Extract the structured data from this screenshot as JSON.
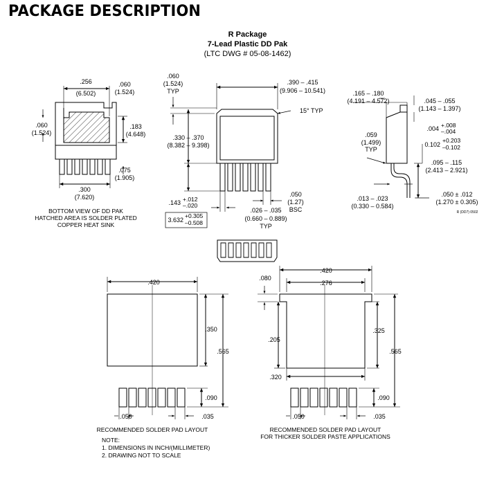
{
  "heading": "PACKAGE DESCRIPTION",
  "package": {
    "name": "R Package",
    "type": "7-Lead Plastic DD Pak",
    "dwg": "(LTC DWG # 05-08-1462)"
  },
  "bottom_view": {
    "dim_width": ".256",
    "dim_width_mm": "(6.502)",
    "dim_tab": ".060",
    "dim_tab_mm": "(1.524)",
    "dim_left": ".060",
    "dim_left_mm": "(1.524)",
    "dim_height": ".183",
    "dim_height_mm": "(4.648)",
    "dim_lead": ".075",
    "dim_lead_mm": "(1.905)",
    "dim_span": ".300",
    "dim_span_mm": "(7.620)",
    "caption": [
      "BOTTOM VIEW OF DD PAK",
      "HATCHED AREA IS SOLDER PLATED",
      "COPPER HEAT SINK"
    ]
  },
  "front_view": {
    "dim_top": ".060",
    "dim_top_mm": "(1.524)",
    "dim_top_typ": "TYP",
    "dim_width": ".390 – .415",
    "dim_width_mm": "(9.906 – 10.541)",
    "angle": "15° TYP",
    "dim_body": ".330 – .370",
    "dim_body_mm": "(8.382 – 9.398)",
    "dim_lead_len": ".143",
    "dim_lead_len_tol": "+.012\n–.020",
    "dim_lead_len_mm": "3.632",
    "dim_lead_len_mm_tol": "+0.305\n–0.508",
    "dim_pitch": ".050",
    "dim_pitch_mm": "(1.27)",
    "dim_pitch_bsc": "BSC",
    "dim_lead_w": ".026 – .035",
    "dim_lead_w_mm": "(0.660 – 0.889)",
    "dim_lead_w_typ": "TYP"
  },
  "side_view": {
    "dim_a": ".165 – .180",
    "dim_a_mm": "(4.191 – 4.572)",
    "dim_b": ".045 – .055",
    "dim_b_mm": "(1.143 – 1.397)",
    "dim_c": ".059",
    "dim_c_mm": "(1.499)",
    "dim_c_typ": "TYP",
    "dim_d": ".004",
    "dim_d_tol": "+.008\n–.004",
    "dim_d_mm": "0.102",
    "dim_d_mm_tol": "+0.203\n–0.102",
    "dim_e": ".095 – .115",
    "dim_e_mm": "(2.413 – 2.921)",
    "dim_f": ".013 – .023",
    "dim_f_mm": "(0.330 – 0.584)",
    "dim_g": ".050 ± .012",
    "dim_g_mm": "(1.270 ± 0.305)",
    "code": "R (DD7) 0502"
  },
  "layout_left": {
    "dim_w": ".420",
    "dim_pad_h": ".350",
    "dim_total_h": ".565",
    "dim_lead_h": ".090",
    "dim_pitch": ".050",
    "dim_lead_w": ".035",
    "caption": "RECOMMENDED SOLDER PAD LAYOUT"
  },
  "layout_right": {
    "dim_w": ".420",
    "dim_inner": ".276",
    "dim_step": ".080",
    "dim_side": ".205",
    "dim_pad": ".325",
    "dim_total": ".565",
    "dim_bottom": ".320",
    "dim_lead_h": ".090",
    "dim_pitch": ".050",
    "dim_lead_w": ".035",
    "caption": [
      "RECOMMENDED SOLDER PAD LAYOUT",
      "FOR THICKER SOLDER PASTE APPLICATIONS"
    ]
  },
  "notes": [
    "NOTE:",
    "1. DIMENSIONS IN INCH/(MILLIMETER)",
    "2. DRAWING NOT TO SCALE"
  ]
}
